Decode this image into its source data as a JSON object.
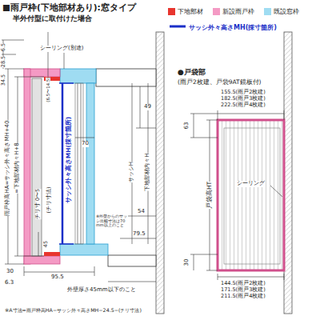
{
  "diagram": {
    "title": "■雨戸枠(下地部材あり):窓タイプ",
    "labels": [
      "半外付型に取付けた場合",
      "シーリング(別途)",
      "34.5",
      "28.5",
      "6.5",
      "(6.5〜14.5)",
      "49",
      "雨戸枠高HA=サッシ外々高さMH+40",
      "=下地部材内々H+8",
      "サッシ外々高さMH(採寸箇所)",
      "下地部材内々H",
      "サッシH",
      "(チリ寸法)",
      "チリ寸 0〜5",
      "※外壁からのサッシ出幅寸法は70mm以上のこと",
      "70",
      "54",
      "79.5",
      "45",
      "30",
      "6.3",
      "95.5",
      "外壁厚さ45mm以下のこと",
      "※A寸法=雨戸枠高HA−サッシ外々高さMH−24.5−(チリ寸法)",
      "●戸袋部",
      "(雨戸2枚建、戸袋9AT鏡板付)",
      "155.5(雨戸2枚建)",
      "182.5(雨戸3枚建)",
      "222.5(雨戸4枚建)",
      "63",
      "30",
      "シーリング",
      "戸袋高HT",
      "144.5(雨戸2枚建)",
      "171.5(雨戸3枚建)",
      "211.5(雨戸4枚建)"
    ],
    "legend": [
      {
        "text": "下地部材",
        "color": "#e8352e"
      },
      {
        "text": "新設雨戸枠",
        "color": "#f49ac4"
      },
      {
        "text": "既設窓枠",
        "color": "#9fdcf2"
      },
      {
        "text": "サッシ外々高さMH(採寸箇所)"
      }
    ]
  }
}
